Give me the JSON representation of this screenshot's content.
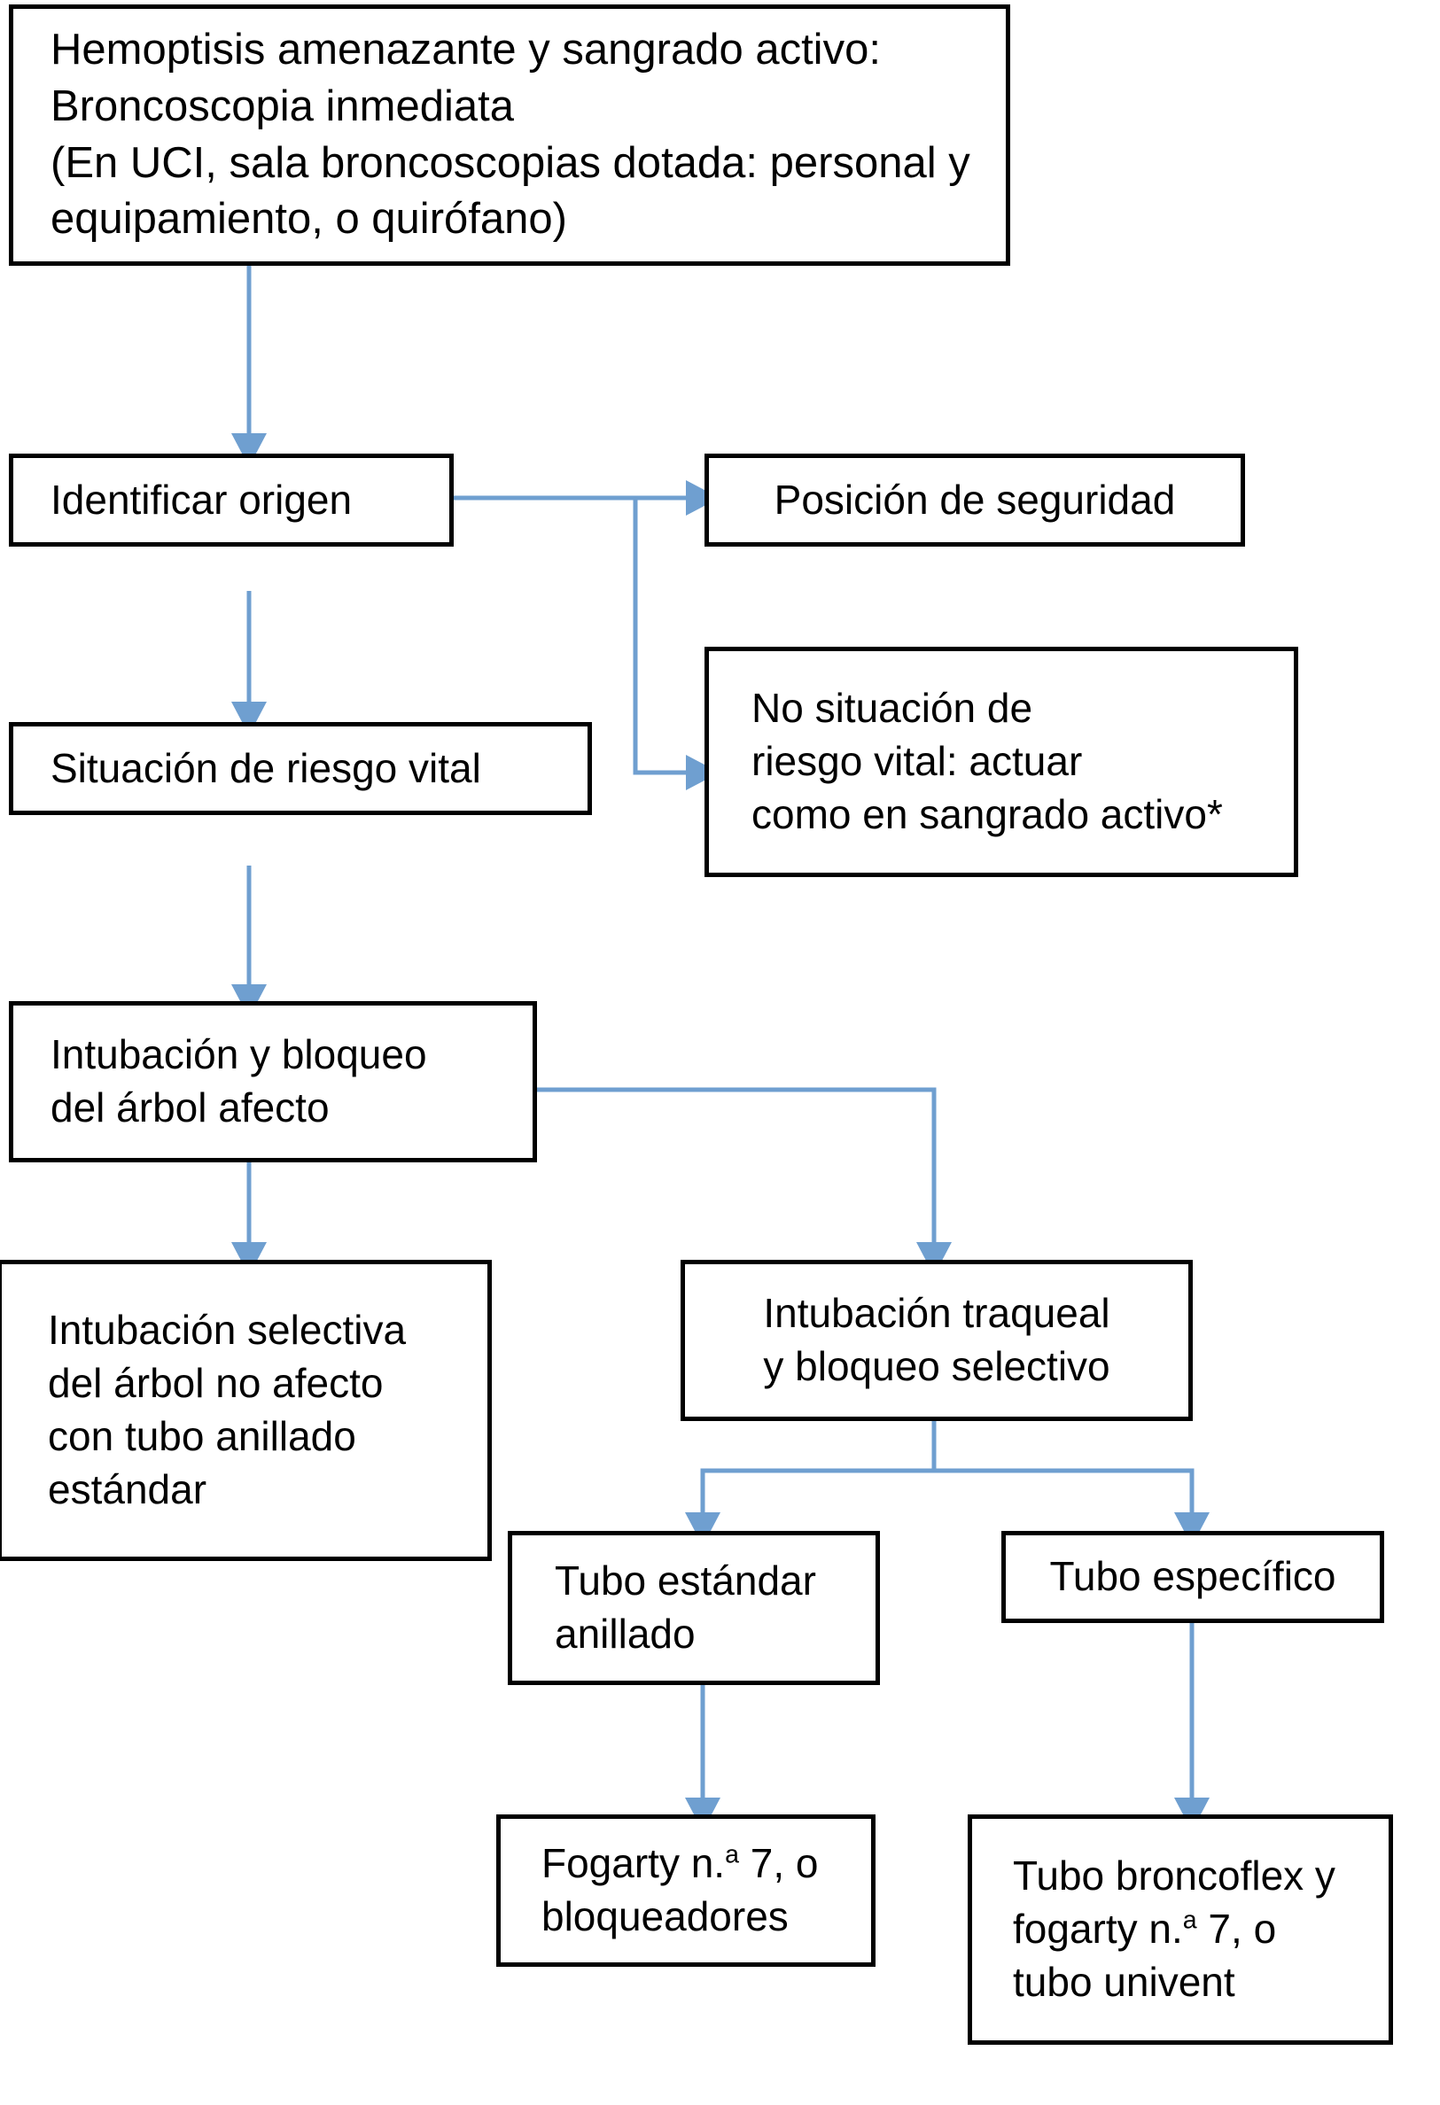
{
  "diagram": {
    "title": "Hemoptisis amenazante y sangrado activo - algoritmo de manejo",
    "language": "es",
    "colors": {
      "box_border": "#000000",
      "box_fill": "#ffffff",
      "connector": "#6f9fd0",
      "text": "#000000"
    },
    "footnote_markers": [
      "*",
      "a"
    ]
  },
  "nodes": {
    "start": {
      "id": "start",
      "lines": [
        "Hemoptisis amenazante y sangrado activo:",
        "Broncoscopia inmediata",
        "(En UCI, sala broncoscopias dotada: personal y",
        "equipamiento, o quirófano)"
      ]
    },
    "identificar_origen": {
      "id": "identificar-origen",
      "lines": [
        "Identificar origen"
      ]
    },
    "posicion_seguridad": {
      "id": "posicion-seguridad",
      "lines": [
        "Posición de seguridad"
      ]
    },
    "situacion_riesgo_vital": {
      "id": "situacion-riesgo-vital",
      "lines": [
        "Situación de riesgo vital"
      ]
    },
    "no_situacion_riesgo": {
      "id": "no-situacion-riesgo-vital",
      "lines": [
        "No situación de",
        "riesgo vital: actuar",
        "como en sangrado activo*"
      ]
    },
    "intubacion_bloqueo": {
      "id": "intubacion-y-bloqueo-arbol-afecto",
      "lines": [
        "Intubación y bloqueo",
        "del árbol afecto"
      ]
    },
    "intubacion_selectiva": {
      "id": "intubacion-selectiva-arbol-no-afecto",
      "lines": [
        "Intubación selectiva",
        "del árbol no afecto",
        "con tubo anillado",
        "estándar"
      ]
    },
    "intubacion_traqueal": {
      "id": "intubacion-traqueal-bloqueo-selectivo",
      "lines": [
        "Intubación traqueal",
        "y bloqueo selectivo"
      ]
    },
    "tubo_estandar": {
      "id": "tubo-estandar-anillado",
      "lines": [
        "Tubo estándar",
        "anillado"
      ]
    },
    "tubo_especifico": {
      "id": "tubo-especifico",
      "lines": [
        "Tubo específico"
      ]
    },
    "fogarty": {
      "id": "fogarty-bloqueadores",
      "lines_html": [
        "Fogarty n.<sup>a</sup> 7, o",
        "bloqueadores"
      ],
      "lines": [
        "Fogarty n.ª 7, o",
        "bloqueadores"
      ]
    },
    "broncoflex": {
      "id": "tubo-broncoflex",
      "lines_html": [
        "Tubo broncoflex y",
        "fogarty n.<sup>a</sup> 7, o",
        "tubo univent"
      ],
      "lines": [
        "Tubo broncoflex y",
        "fogarty n.ª 7, o",
        "tubo univent"
      ]
    }
  },
  "edges": [
    {
      "from": "start",
      "to": "identificar_origen",
      "kind": "vertical"
    },
    {
      "from": "identificar_origen",
      "to": "posicion_seguridad",
      "kind": "horizontal"
    },
    {
      "from": "identificar_origen",
      "to": "situacion_riesgo_vital",
      "kind": "vertical"
    },
    {
      "from": "identificar_origen",
      "to": "no_situacion_riesgo",
      "kind": "elbow"
    },
    {
      "from": "situacion_riesgo_vital",
      "to": "intubacion_bloqueo",
      "kind": "vertical"
    },
    {
      "from": "intubacion_bloqueo",
      "to": "intubacion_selectiva",
      "kind": "vertical"
    },
    {
      "from": "intubacion_bloqueo",
      "to": "intubacion_traqueal",
      "kind": "elbow"
    },
    {
      "from": "intubacion_traqueal",
      "to": "tubo_estandar",
      "kind": "split-left"
    },
    {
      "from": "intubacion_traqueal",
      "to": "tubo_especifico",
      "kind": "split-right"
    },
    {
      "from": "tubo_estandar",
      "to": "fogarty",
      "kind": "vertical"
    },
    {
      "from": "tubo_especifico",
      "to": "broncoflex",
      "kind": "vertical"
    }
  ]
}
